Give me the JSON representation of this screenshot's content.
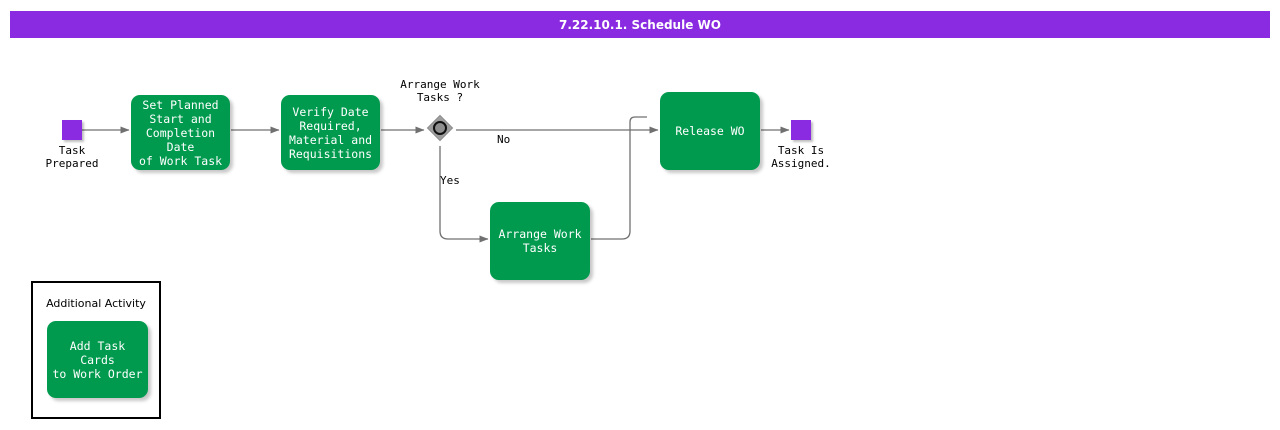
{
  "header": {
    "title": "7.22.10.1. Schedule WO",
    "bar_color": "#8A2BE2",
    "text_color": "#FFFFFF"
  },
  "palette": {
    "task_green": "#009A4E",
    "event_purple": "#8A2BE2",
    "gateway_gray": "#A0A0A0",
    "connector_gray": "#707070",
    "group_border": "#000000"
  },
  "diagram": {
    "type": "bpmn-process-flow",
    "start_event": {
      "name": "start-event",
      "label": "Task\nPrepared",
      "shape": "square",
      "color": "#8A2BE2"
    },
    "end_event": {
      "name": "end-event",
      "label": "Task Is\nAssigned.",
      "shape": "square",
      "color": "#8A2BE2"
    },
    "tasks": [
      {
        "id": "set-planned-dates",
        "label": "Set Planned\nStart and\nCompletion Date\nof Work Task"
      },
      {
        "id": "verify-date-required",
        "label": "Verify Date\nRequired,\nMaterial and\nRequisitions"
      },
      {
        "id": "arrange-work-tasks",
        "label": "Arrange Work\nTasks"
      },
      {
        "id": "release-wo",
        "label": "Release WO"
      }
    ],
    "gateway": {
      "id": "arrange-work-tasks-gateway",
      "label": "Arrange Work\nTasks ?",
      "type": "inclusive"
    },
    "flow_labels": {
      "no": "No",
      "yes": "Yes"
    },
    "group": {
      "title": "Additional Activity",
      "task": {
        "id": "add-task-cards",
        "label": "Add Task Cards\nto Work Order"
      }
    }
  }
}
